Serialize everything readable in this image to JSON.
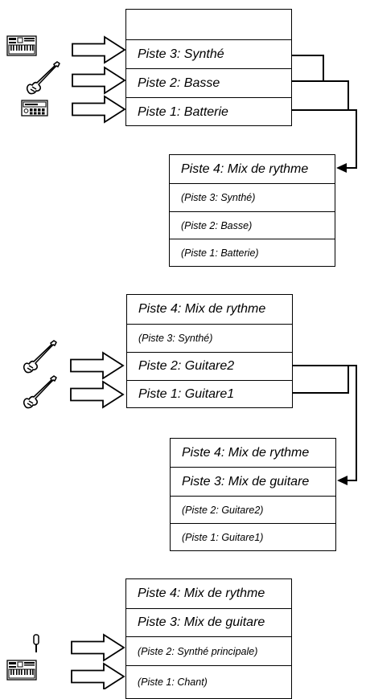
{
  "section1": {
    "stack": [
      "",
      "Piste 3: Synthé",
      "Piste 2: Basse",
      "Piste 1: Batterie"
    ],
    "result": [
      "Piste 4: Mix de rythme",
      "(Piste 3: Synthé)",
      "(Piste 2: Basse)",
      "(Piste 1: Batterie)"
    ],
    "sources": [
      "keyboard-synth",
      "electric-guitar",
      "drum-machine"
    ]
  },
  "section2": {
    "stack": [
      "Piste 4: Mix de rythme",
      "(Piste 3: Synthé)",
      "Piste 2: Guitare2",
      "Piste 1: Guitare1"
    ],
    "result": [
      "Piste 4: Mix de rythme",
      "Piste 3: Mix de guitare",
      "(Piste 2: Guitare2)",
      "(Piste 1: Guitare1)"
    ],
    "sources": [
      "electric-guitar",
      "electric-guitar"
    ]
  },
  "section3": {
    "stack": [
      "Piste 4: Mix de rythme",
      "Piste 3: Mix de guitare",
      "(Piste 2: Synthé principale)",
      "(Piste 1: Chant)"
    ],
    "sources": [
      "microphone",
      "keyboard-synth"
    ]
  }
}
